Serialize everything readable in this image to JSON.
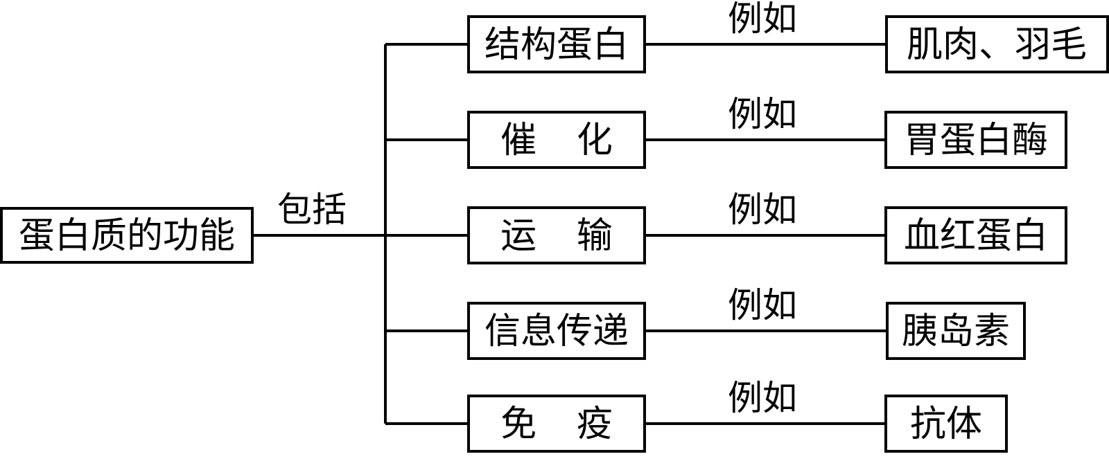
{
  "diagram": {
    "title_node": {
      "label": "蛋白质的功能"
    },
    "root_connector_label": "包括",
    "example_connector_label": "例如",
    "branches": [
      {
        "function_label": "结构蛋白",
        "function_spacing": "normal",
        "example_label": "肌肉、羽毛",
        "edge_label": "例如"
      },
      {
        "function_label": "催    化",
        "function_spacing": "wide",
        "example_label": "胃蛋白酶",
        "edge_label": "例如"
      },
      {
        "function_label": "运    输",
        "function_spacing": "wide",
        "example_label": "血红蛋白",
        "edge_label": "例如"
      },
      {
        "function_label": "信息传递",
        "function_spacing": "normal",
        "example_label": "胰岛素",
        "edge_label": "例如"
      },
      {
        "function_label": "免    疫",
        "function_spacing": "wide",
        "example_label": "抗体",
        "edge_label": "例如"
      }
    ],
    "colors": {
      "stroke": "#000000",
      "fill": "#ffffff",
      "text": "#000000"
    }
  }
}
